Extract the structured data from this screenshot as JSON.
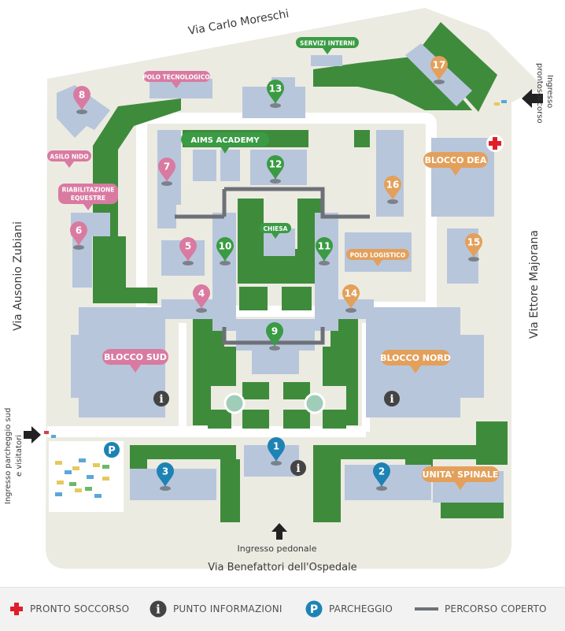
{
  "streets": {
    "north": "Via Carlo Moreschi",
    "west": "Via Ausonio Zubiani",
    "east": "Via Ettore Majorana",
    "south": "Via Benefattori dell'Ospedale"
  },
  "entrances": {
    "emergency_line1": "Ingresso",
    "emergency_line2": "prontosoccorso",
    "parking_line1": "Ingresso parcheggio sud",
    "parking_line2": "e visitatori",
    "pedestrian": "Ingresso pedonale"
  },
  "labels": {
    "servizi_interni": "SERVIZI INTERNI",
    "polo_tecnologico": "POLO TECNOLOGICO",
    "aims_academy": "AIMS ACADEMY",
    "asilo_nido": "ASILO NIDO",
    "riabilitazione_1": "RIABILITAZIONE",
    "riabilitazione_2": "EQUESTRE",
    "chiesa": "CHIESA",
    "polo_logistico": "POLO LOGISTICO",
    "blocco_dea": "BLOCCO DEA",
    "blocco_sud": "BLOCCO SUD",
    "blocco_nord": "BLOCCO NORD",
    "unita_spinale": "UNITA' SPINALE"
  },
  "markers": {
    "m1": "1",
    "m2": "2",
    "m3": "3",
    "m4": "4",
    "m5": "5",
    "m6": "6",
    "m7": "7",
    "m8": "8",
    "m9": "9",
    "m10": "10",
    "m11": "11",
    "m12": "12",
    "m13": "13",
    "m14": "14",
    "m15": "15",
    "m16": "16",
    "m17": "17"
  },
  "legend": {
    "pronto_soccorso": "PRONTO SOCCORSO",
    "punto_informazioni": "PUNTO INFORMAZIONI",
    "parcheggio": "PARCHEGGIO",
    "percorso_coperto": "PERCORSO COPERTO"
  },
  "icons": {
    "info": "i",
    "parking": "P"
  },
  "colors": {
    "background": "#ecebe2",
    "building": "#b8c6dc",
    "green": "#3f8b3c",
    "pink": "#d97aa1",
    "orange": "#e3a05b",
    "blue": "#1d83b4",
    "marker_green": "#3a9b44",
    "path": "#6d7077",
    "info": "#444444",
    "cross": "#e11d2a"
  }
}
